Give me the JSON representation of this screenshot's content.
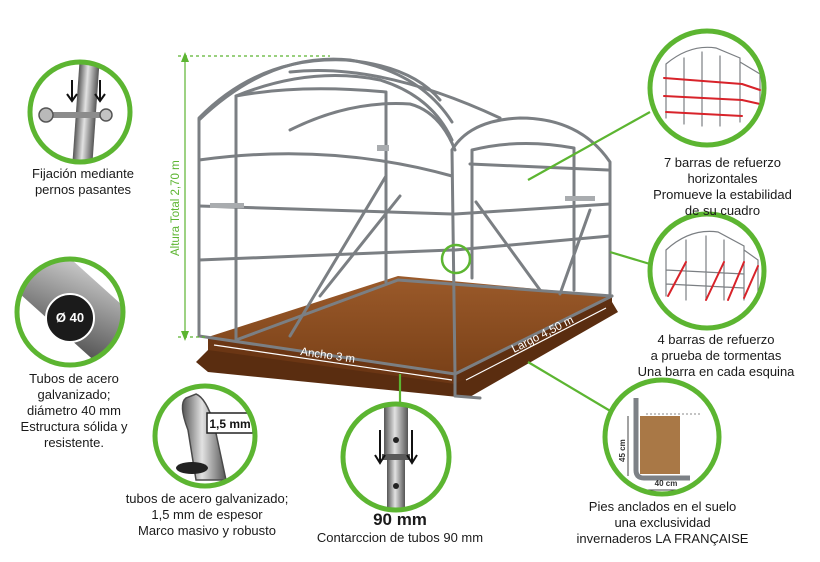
{
  "dimensions": {
    "height": "Altura Total 2,70 m",
    "width": "Ancho 3 m",
    "length": "Largo 4,50 m"
  },
  "callouts": {
    "bolts": {
      "lines": [
        "Fijación mediante",
        "pernos pasantes"
      ]
    },
    "tube": {
      "badge": "Ø 40",
      "lines": [
        "Tubos de acero",
        "galvanizado;",
        "diámetro 40 mm",
        "Estructura sólida y",
        "resistente."
      ]
    },
    "thickness": {
      "badge": "1,5 mm",
      "lines": [
        "tubos de acero galvanizado;",
        "1,5 mm de espesor",
        "Marco masivo y robusto"
      ]
    },
    "join": {
      "headline": "90 mm",
      "lines": [
        "Contarccion de tubos 90 mm"
      ]
    },
    "anchors": {
      "dim_vertical": "45 cm",
      "dim_horizontal": "40 cm",
      "lines": [
        "Pies anclados en el suelo",
        "una exclusividad",
        "invernaderos LA FRANÇAISE"
      ]
    },
    "horizontal_bars": {
      "lines": [
        "7 barras de refuerzo",
        "horizontales",
        "Promueve la estabilidad",
        "de su cuadro"
      ]
    },
    "storm_bars": {
      "lines": [
        "4 barras de refuerzo",
        "a prueba de tormentas",
        "Una barra en cada esquina"
      ]
    }
  },
  "colors": {
    "callout_ring": "#5cb531",
    "dimension_line": "#5cb531",
    "soil": "#8a4a20",
    "soil_dark": "#6b3614",
    "frame": "#7b7f83",
    "reinforcement": "#d8232a"
  }
}
